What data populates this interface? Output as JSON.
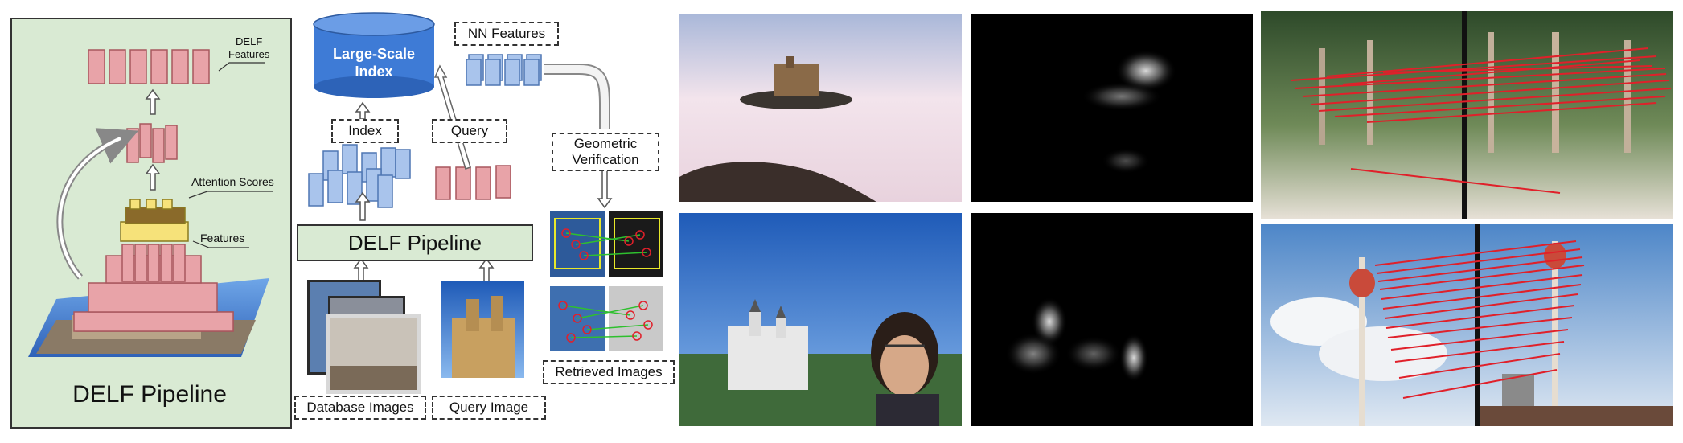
{
  "panel1": {
    "delf_features": "DELF\nFeatures",
    "attention_scores": "Attention Scores",
    "features": "Features",
    "title": "DELF Pipeline"
  },
  "panel2": {
    "large_scale_index": "Large-Scale\nIndex",
    "nn_features": "NN Features",
    "index": "Index",
    "query": "Query",
    "geometric_verification": "Geometric\nVerification",
    "delf_pipeline": "DELF Pipeline",
    "database_images": "Database Images",
    "query_image": "Query Image",
    "retrieved_images": "Retrieved Images"
  },
  "colors": {
    "panel_bg": "#d9ead3",
    "feature_red": "#e8a3a8",
    "feature_blue": "#a9c4ec",
    "attention_yellow": "#f6e27a",
    "index_blue": "#3e7bd6",
    "match_line": "#e0202a"
  }
}
